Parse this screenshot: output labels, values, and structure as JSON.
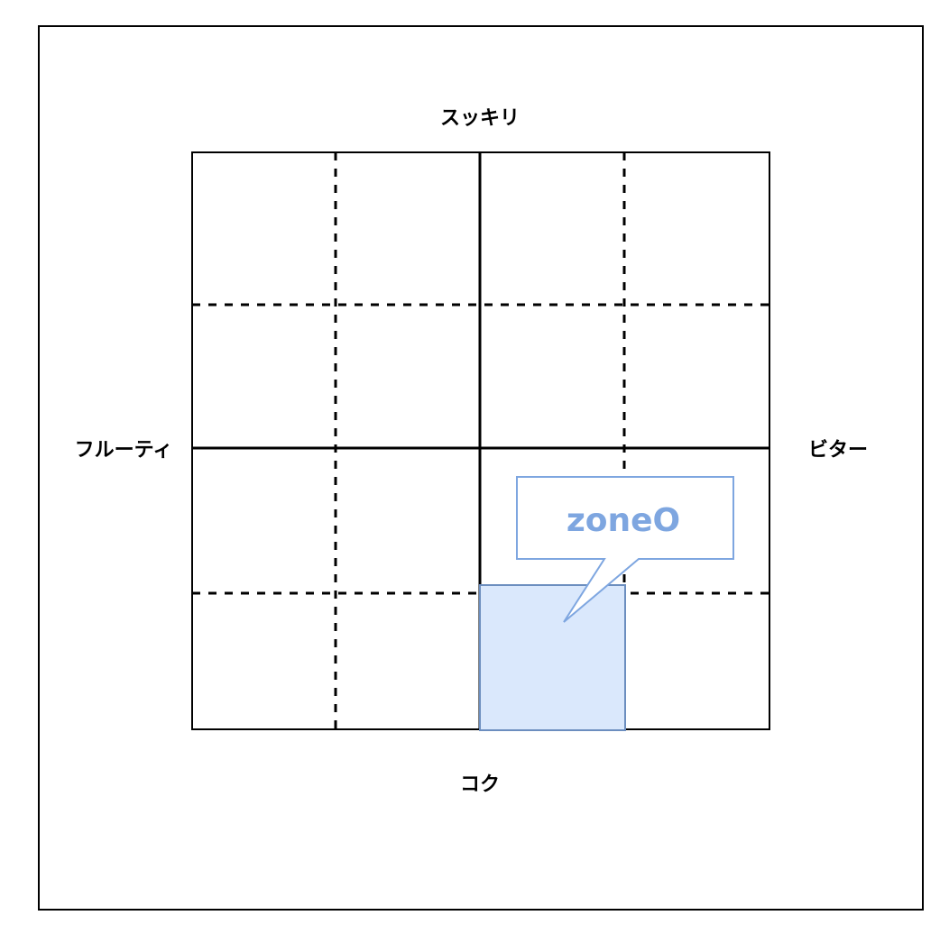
{
  "labels": {
    "top": "スッキリ",
    "bottom": "コク",
    "left": "フルーティ",
    "right": "ビター"
  },
  "callout": {
    "text": "zoneO"
  },
  "colors": {
    "frame": "#000000",
    "grid": "#000000",
    "highlight_fill": "#dae8fc",
    "highlight_stroke": "#6c8ebf",
    "callout_stroke": "#7ea6e0",
    "callout_text": "#7ea6e0"
  }
}
